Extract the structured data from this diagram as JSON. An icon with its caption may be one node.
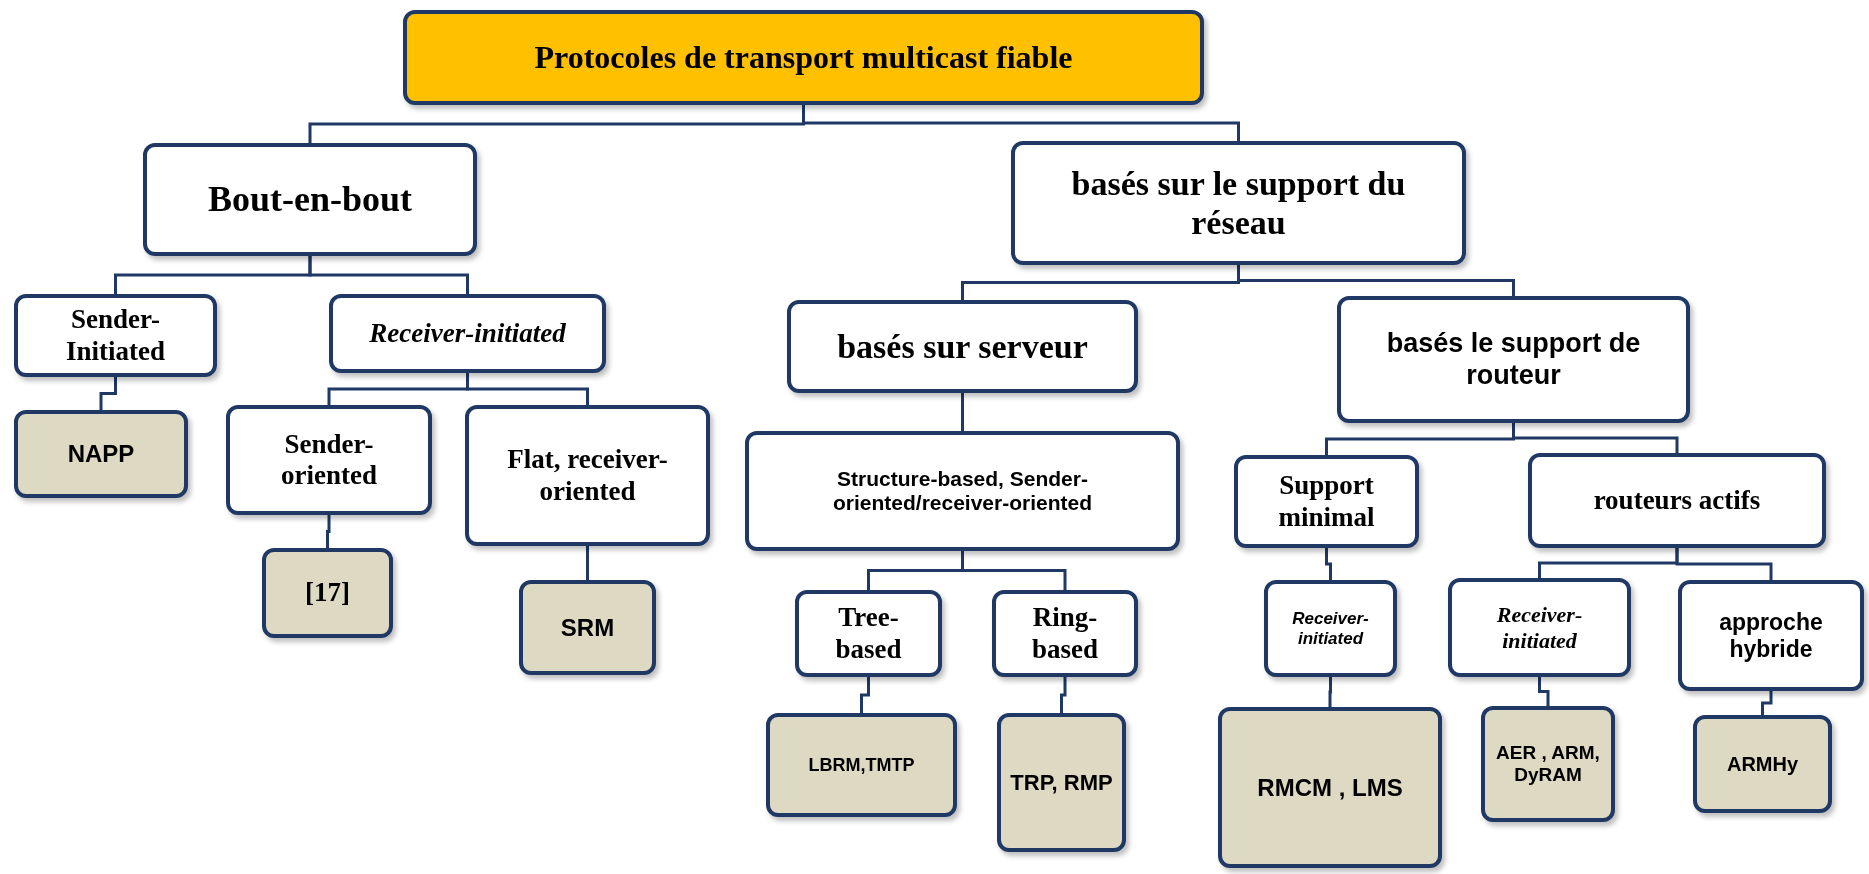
{
  "diagram": {
    "nodes": [
      {
        "text": [
          "Protocoles de transport multicast fiable"
        ]
      },
      {
        "text": [
          "Bout-en-bout"
        ]
      },
      {
        "text": [
          "basés sur le support du réseau"
        ]
      },
      {
        "text": [
          "Sender-Initiated"
        ]
      },
      {
        "text": [
          "Receiver-initiated"
        ]
      },
      {
        "text": [
          "NAPP"
        ]
      },
      {
        "text": [
          "Sender-oriented"
        ]
      },
      {
        "text": [
          "Flat, receiver-oriented"
        ]
      },
      {
        "text": [
          "[17]"
        ]
      },
      {
        "text": [
          "SRM"
        ]
      },
      {
        "text": [
          "basés sur serveur"
        ]
      },
      {
        "text": [
          "basés le support de routeur"
        ]
      },
      {
        "text": [
          "Structure-based, Sender-oriented/receiver-oriented"
        ]
      },
      {
        "text": [
          "Tree-based"
        ]
      },
      {
        "text": [
          "Ring-based"
        ]
      },
      {
        "text": [
          "LBRM,TMTP"
        ]
      },
      {
        "text": [
          "TRP, RMP"
        ]
      },
      {
        "text": [
          "Support minimal"
        ]
      },
      {
        "text": [
          "routeurs actifs"
        ]
      },
      {
        "text": [
          "Receiver-initiated"
        ]
      },
      {
        "text": [
          "RMCM , LMS"
        ]
      },
      {
        "text": [
          "Receiver-initiated"
        ]
      },
      {
        "text": [
          "approche hybride"
        ]
      },
      {
        "text": [
          "AER , ARM, DyRAM"
        ]
      },
      {
        "text": [
          "ARMHy"
        ]
      }
    ],
    "edges": [
      {
        "from": 0,
        "to": 1,
        "arrow": "none"
      },
      {
        "from": 0,
        "to": 2,
        "arrow": "none"
      },
      {
        "from": 1,
        "to": 3,
        "arrow": "none"
      },
      {
        "from": 1,
        "to": 4,
        "arrow": "none"
      },
      {
        "from": 3,
        "to": 5,
        "arrow": "none"
      },
      {
        "from": 4,
        "to": 6,
        "arrow": "none"
      },
      {
        "from": 4,
        "to": 7,
        "arrow": "none"
      },
      {
        "from": 6,
        "to": 8,
        "arrow": "none"
      },
      {
        "from": 7,
        "to": 9,
        "arrow": "none"
      },
      {
        "from": 2,
        "to": 10,
        "arrow": "none"
      },
      {
        "from": 2,
        "to": 11,
        "arrow": "none"
      },
      {
        "from": 10,
        "to": 12,
        "arrow": "none"
      },
      {
        "from": 12,
        "to": 13,
        "arrow": "none"
      },
      {
        "from": 12,
        "to": 14,
        "arrow": "none"
      },
      {
        "from": 13,
        "to": 15,
        "arrow": "none"
      },
      {
        "from": 14,
        "to": 16,
        "arrow": "none"
      },
      {
        "from": 11,
        "to": 17,
        "arrow": "none"
      },
      {
        "from": 11,
        "to": 18,
        "arrow": "none"
      },
      {
        "from": 17,
        "to": 19,
        "arrow": "none"
      },
      {
        "from": 19,
        "to": 20,
        "arrow": "none"
      },
      {
        "from": 18,
        "to": 21,
        "arrow": "none"
      },
      {
        "from": 18,
        "to": 22,
        "arrow": "none"
      },
      {
        "from": 21,
        "to": 23,
        "arrow": "none"
      },
      {
        "from": 22,
        "to": 24,
        "arrow": "none"
      }
    ]
  }
}
